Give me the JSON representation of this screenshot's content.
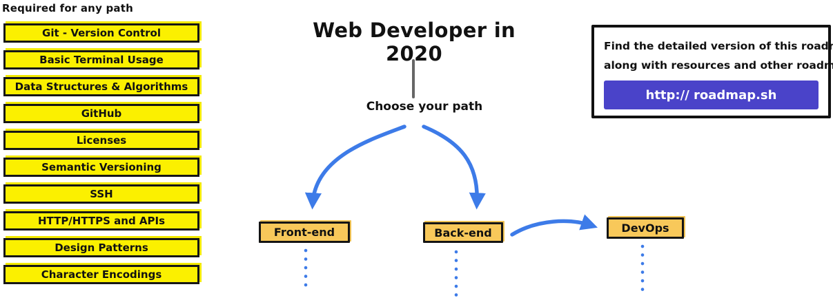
{
  "required": {
    "heading": "Required for any path",
    "items": [
      "Git - Version Control",
      "Basic Terminal Usage",
      "Data Structures & Algorithms",
      "GitHub",
      "Licenses",
      "Semantic Versioning",
      "SSH",
      "HTTP/HTTPS and APIs",
      "Design Patterns",
      "Character Encodings"
    ]
  },
  "center": {
    "title": "Web Developer in 2020",
    "choose_label": "Choose your path"
  },
  "paths": {
    "frontend": "Front-end",
    "backend": "Back-end",
    "devops": "DevOps"
  },
  "info": {
    "line1": "Find the detailed version of this roadmap",
    "line2": "along with resources and other roadmaps",
    "button_label": "http:// roadmap.sh"
  },
  "colors": {
    "node_yellow": "#FBF000",
    "path_amber": "#F8C85A",
    "arrow_blue": "#3D7BE8",
    "button_purple": "#4A43C9"
  }
}
